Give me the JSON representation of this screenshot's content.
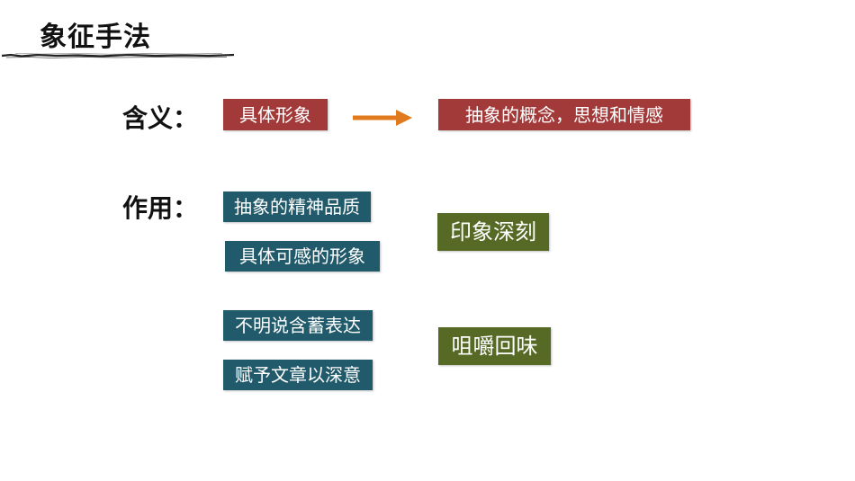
{
  "title": "象征手法",
  "meaning": {
    "label": "含义：",
    "from": "具体形象",
    "to": "抽象的概念，思想和情感"
  },
  "function": {
    "label": "作用：",
    "group1": {
      "items": [
        "抽象的精神品质",
        "具体可感的形象"
      ],
      "result": "印象深刻"
    },
    "group2": {
      "items": [
        "不明说含蓄表达",
        "赋予文章以深意"
      ],
      "result": "咀嚼回味"
    }
  },
  "colors": {
    "red_box": "#a33a3a",
    "teal_box": "#215a6b",
    "olive_box": "#566a25",
    "arrow": "#e07a1c"
  }
}
